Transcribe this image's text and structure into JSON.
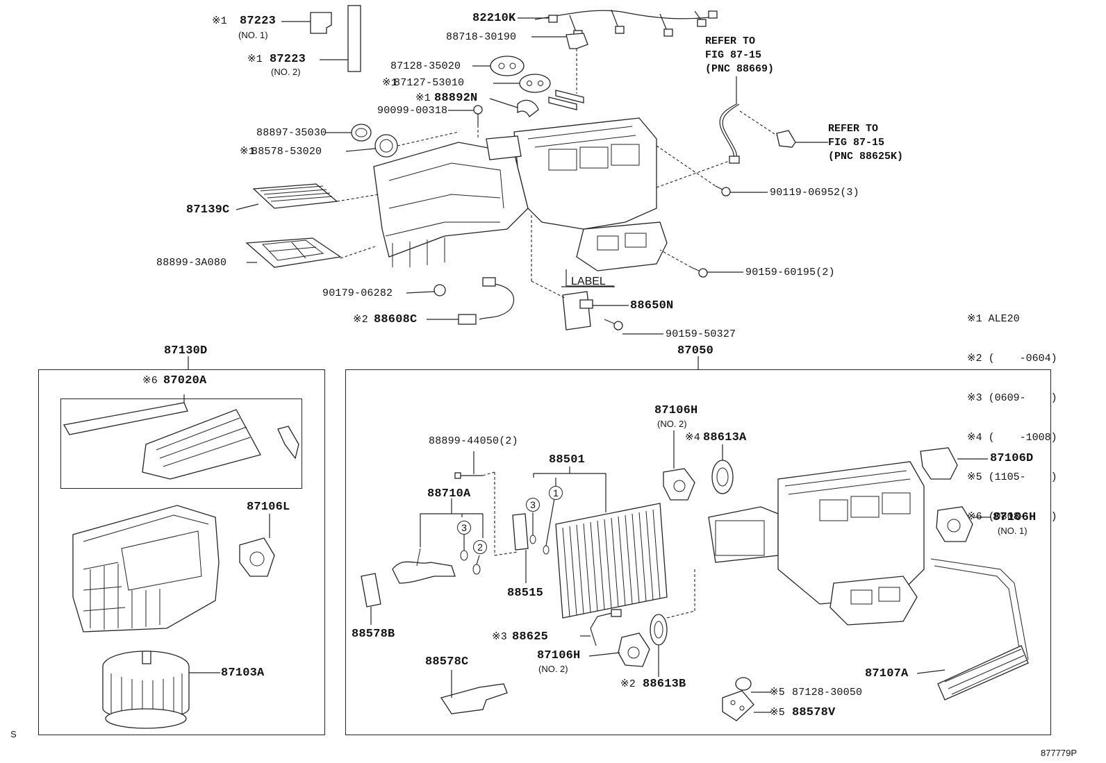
{
  "labels": {
    "p82210K": "82210K",
    "p87223_1": "87223",
    "p87223_1_note": "※1",
    "p87223_1_sub": "(NO. 1)",
    "p87223_2": "87223",
    "p87223_2_note": "※1",
    "p87223_2_sub": "(NO. 2)",
    "p88718": "88718-30190",
    "p87128_35020": "87128-35020",
    "p87127": "87127-53010",
    "p87127_note": "※1",
    "p88892N": "88892N",
    "p88892N_note": "※1",
    "p90099": "90099-00318",
    "p88897": "88897-35030",
    "p88578_53020": "88578-53020",
    "p88578_53020_note": "※1",
    "p87139C": "87139C",
    "p88899_3A080": "88899-3A080",
    "p90179": "90179-06282",
    "p88608C": "88608C",
    "p88608C_note": "※2",
    "p88650N": "88650N",
    "p90159_50327": "90159-50327",
    "p90159_60195": "90159-60195(2)",
    "p90119": "90119-06952(3)",
    "label_tag": "LABEL",
    "refer1": "REFER TO\nFIG 87-15\n(PNC 88669)",
    "refer2": "REFER TO\nFIG 87-15\n(PNC 88625K)",
    "p87130D": "87130D",
    "p87050": "87050",
    "p87020A": "87020A",
    "p87020A_note": "※6",
    "p87106L": "87106L",
    "p87103A": "87103A",
    "p88899_44050": "88899-44050(2)",
    "p88501": "88501",
    "p88710A": "88710A",
    "p88515": "88515",
    "p88578B": "88578B",
    "p88578C": "88578C",
    "p88625": "88625",
    "p88625_note": "※3",
    "p87106H_a": "87106H",
    "p87106H_a_sub": "(NO. 2)",
    "p88613A": "88613A",
    "p88613A_note": "※4",
    "p87106D": "87106D",
    "p87106H_b": "87106H",
    "p87106H_b_sub": "(NO. 1)",
    "p87106H_c": "87106H",
    "p87106H_c_sub": "(NO. 2)",
    "p88613B": "88613B",
    "p88613B_note": "※2",
    "p87107A": "87107A",
    "p87128_30050": "87128-30050",
    "p87128_30050_note": "※5",
    "p88578V": "88578V",
    "p88578V_note": "※5",
    "circ1": "1",
    "circ3a": "3",
    "circ3b": "3",
    "circ2": "2",
    "corner_s": "S",
    "fig_code": "877779P"
  },
  "legend": [
    "※1 ALE20",
    "※2 (    -0604)",
    "※3 (0609-    )",
    "※4 (    -1008)",
    "※5 (1105-    )",
    "※6 (0808-    )"
  ]
}
